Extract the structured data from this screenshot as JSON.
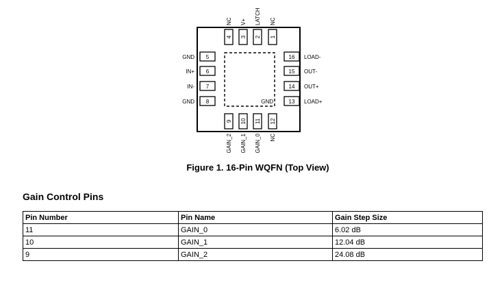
{
  "figure": {
    "caption": "Figure 1.  16-Pin WQFN (Top View)",
    "exposed_pad_label": "GND",
    "pins_left": [
      {
        "num": "5",
        "name": "GND"
      },
      {
        "num": "6",
        "name": "IN+"
      },
      {
        "num": "7",
        "name": "IN-"
      },
      {
        "num": "8",
        "name": "GND"
      }
    ],
    "pins_right": [
      {
        "num": "16",
        "name": "LOAD-"
      },
      {
        "num": "15",
        "name": "OUT-"
      },
      {
        "num": "14",
        "name": "OUT+"
      },
      {
        "num": "13",
        "name": "LOAD+"
      }
    ],
    "pins_top": [
      {
        "num": "4",
        "name": "NC"
      },
      {
        "num": "3",
        "name": "V+"
      },
      {
        "num": "2",
        "name": "LATCH"
      },
      {
        "num": "1",
        "name": "NC"
      }
    ],
    "pins_bottom": [
      {
        "num": "9",
        "name": "GAIN_2"
      },
      {
        "num": "10",
        "name": "GAIN_1"
      },
      {
        "num": "11",
        "name": "GAIN_0"
      },
      {
        "num": "12",
        "name": "NC"
      }
    ]
  },
  "section": {
    "title": "Gain Control Pins"
  },
  "table": {
    "headers": [
      "Pin Number",
      "Pin Name",
      "Gain Step Size"
    ],
    "rows": [
      [
        "11",
        "GAIN_0",
        "6.02 dB"
      ],
      [
        "10",
        "GAIN_1",
        "12.04 dB"
      ],
      [
        "9",
        "GAIN_2",
        "24.08 dB"
      ]
    ]
  }
}
